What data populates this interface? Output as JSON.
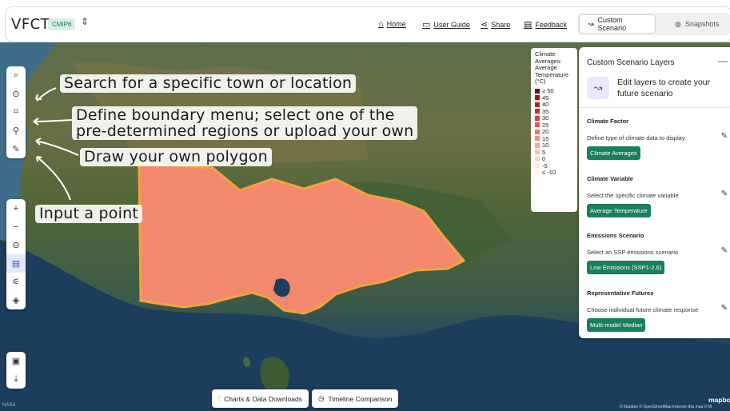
{
  "header": {
    "brand": "VFCT",
    "badge": "CMIP6",
    "switcher_icon": "chevron-up-down-icon",
    "nav": [
      {
        "label": "Home",
        "icon": "home-icon"
      },
      {
        "label": "User Guide",
        "icon": "folder-icon"
      },
      {
        "label": "Share",
        "icon": "share-icon"
      },
      {
        "label": "Feedback",
        "icon": "feedback-icon"
      }
    ],
    "tabs": [
      {
        "label": "Custom Scenario",
        "active": true
      },
      {
        "label": "Snapshots",
        "active": false
      }
    ]
  },
  "callouts": {
    "search": "Search for a specific town or location",
    "boundary_line1": "Define boundary menu; select one of the",
    "boundary_line2": "pre-determined regions or upload your own",
    "polygon": "Draw your own polygon",
    "point": "Input a point"
  },
  "legend": {
    "title": "Climate Averages: Average Temperature (°C)",
    "items": [
      {
        "label": "≥ 50",
        "color": "#7a0c0c"
      },
      {
        "label": "45",
        "color": "#9a1515"
      },
      {
        "label": "40",
        "color": "#b81d1d"
      },
      {
        "label": "35",
        "color": "#cc2b2b"
      },
      {
        "label": "30",
        "color": "#dc3f3f"
      },
      {
        "label": "25",
        "color": "#e85a4f"
      },
      {
        "label": "20",
        "color": "#f07563"
      },
      {
        "label": "15",
        "color": "#f38f7c"
      },
      {
        "label": "10",
        "color": "#f6a895"
      },
      {
        "label": "5",
        "color": "#f9c1b0"
      },
      {
        "label": "0",
        "color": "#fbd5c8"
      },
      {
        "label": "-5",
        "color": "#fde5dc"
      },
      {
        "label": "≤ -10",
        "color": "#fef3ee"
      }
    ]
  },
  "panel": {
    "title": "Custom Scenario Layers",
    "collapse_icon": "minus-icon",
    "intro": "Edit layers to create your future scenario",
    "sections": [
      {
        "title": "Climate Factor",
        "desc": "Define type of climate data to display",
        "value": "Climate Averages"
      },
      {
        "title": "Climate Variable",
        "desc": "Select the specific climate variable",
        "value": "Average Temperature"
      },
      {
        "title": "Emissions Scenario",
        "desc": "Select an SSP emissions scenario",
        "value": "Low Emissions (SSP1-2.6)"
      },
      {
        "title": "Representative Futures",
        "desc": "Choose individual future climate response",
        "value": "Multi-model Median"
      }
    ]
  },
  "bottom": {
    "charts_button": "Charts & Data Downloads",
    "timeline_button": "Timeline Comparison"
  },
  "map": {
    "logo": "mapbox",
    "attribution": "© Mapbox © OpenStreetMap Improve this map © M",
    "nasa": "NASA",
    "region_color": "#f3896c",
    "region_border": "#f5a23a"
  }
}
